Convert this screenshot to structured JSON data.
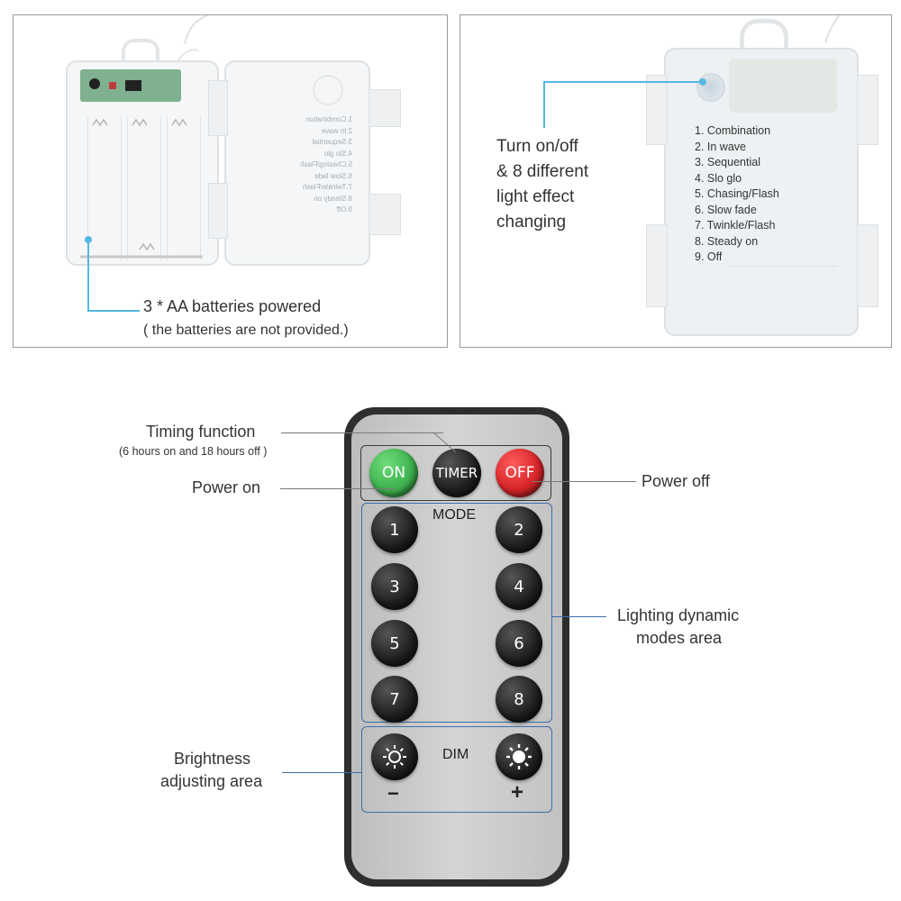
{
  "left_panel": {
    "lid_modes": [
      "1.Combination",
      "2.In wave",
      "3.Sequential",
      "4.Slo glo",
      "5.Chasing/Flash",
      "6.Slow fade",
      "7.Twinkle/Flash",
      "8.Steady on",
      "9.Off"
    ],
    "caption_main": "3 * AA batteries powered",
    "caption_sub": "( the batteries are not provided.)"
  },
  "right_panel": {
    "caption_lines": [
      "Turn on/off",
      "& 8 different",
      "light effect",
      "changing"
    ],
    "modes": [
      "1. Combination",
      "2. In wave",
      "3. Sequential",
      "4. Slo glo",
      "5. Chasing/Flash",
      "6. Slow fade",
      "7. Twinkle/Flash",
      "8. Steady on",
      "9. Off"
    ]
  },
  "remote": {
    "on_label": "ON",
    "timer_label": "TIMER",
    "off_label": "OFF",
    "mode_label": "MODE",
    "number_buttons": [
      "1",
      "2",
      "3",
      "4",
      "5",
      "6",
      "7",
      "8"
    ],
    "dim_label": "DIM",
    "minus_label": "−",
    "plus_label": "+",
    "colors": {
      "body": "#c9c9c9",
      "frame": "#2e2e2e",
      "on": "#3fb34f",
      "off": "#d9262b",
      "button": "#1d1d1d",
      "highlight": "#3c6fa6"
    }
  },
  "annotations": {
    "timing_title": "Timing function",
    "timing_sub": "(6 hours on and 18 hours off )",
    "power_on": "Power on",
    "power_off": "Power off",
    "lighting_line1": "Lighting dynamic",
    "lighting_line2": "modes area",
    "brightness_line1": "Brightness",
    "brightness_line2": "adjusting area"
  },
  "accent_color": "#56b8e1"
}
